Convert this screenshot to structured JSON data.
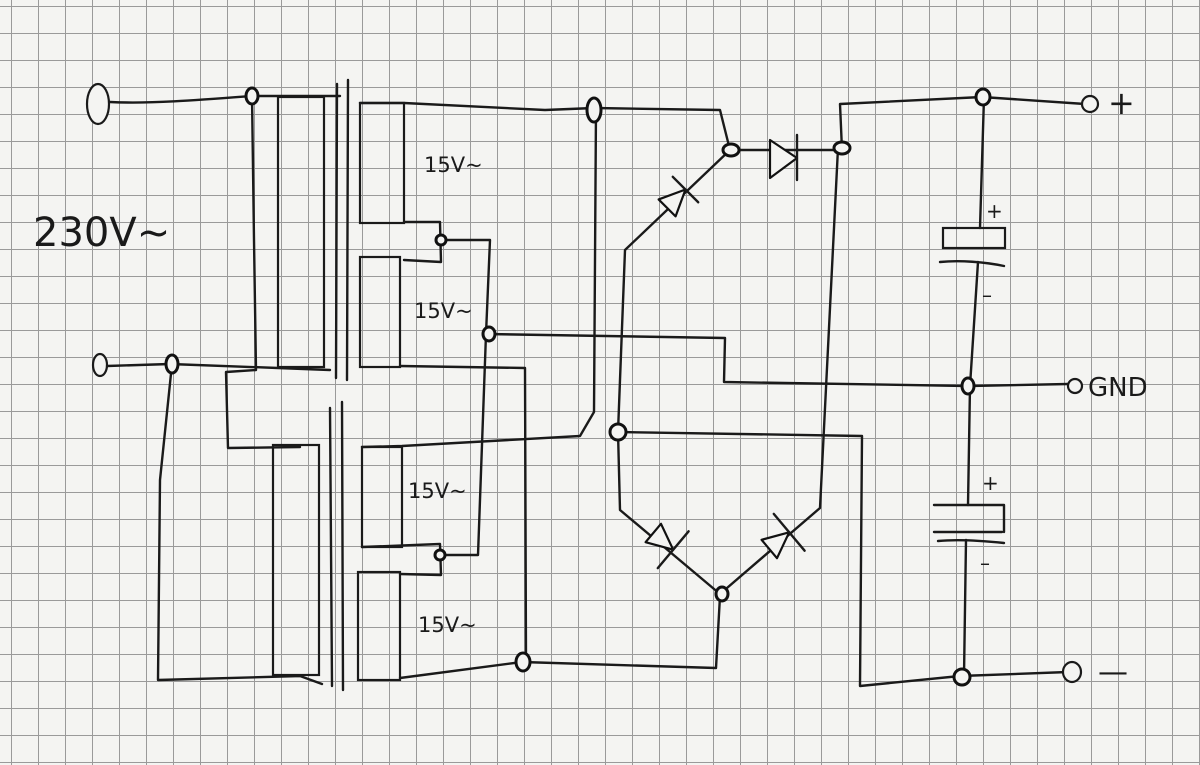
{
  "labels": {
    "mains": "230V~",
    "secondary_1": "15V~",
    "secondary_2": "15V~",
    "secondary_3": "15V~",
    "secondary_4": "15V~",
    "plus": "+",
    "gnd": "GND",
    "minus": "—",
    "cap_top_plus": "+",
    "cap_top_minus": "–",
    "cap_bot_plus": "+",
    "cap_bot_minus": "–"
  },
  "colors": {
    "ink": "#1a1a1a",
    "paper": "#f4f4f2",
    "grid": "#9a9a9a"
  }
}
